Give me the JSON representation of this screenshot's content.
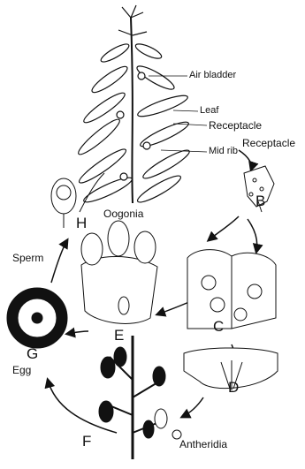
{
  "figure": {
    "labels": {
      "air_bladder": "Air bladder",
      "leaf": "Leaf",
      "receptacle_main": "Receptacle",
      "mid_rib": "Mid rib",
      "receptacle_b": "Receptacle",
      "oogonia": "Oogonia",
      "sperm": "Sperm",
      "egg": "Egg",
      "antheridia": "Antheridia"
    },
    "stages": [
      "B",
      "C",
      "D",
      "E",
      "F",
      "G",
      "H"
    ]
  },
  "colors": {
    "ink": "#111111",
    "paper": "#ffffff"
  }
}
